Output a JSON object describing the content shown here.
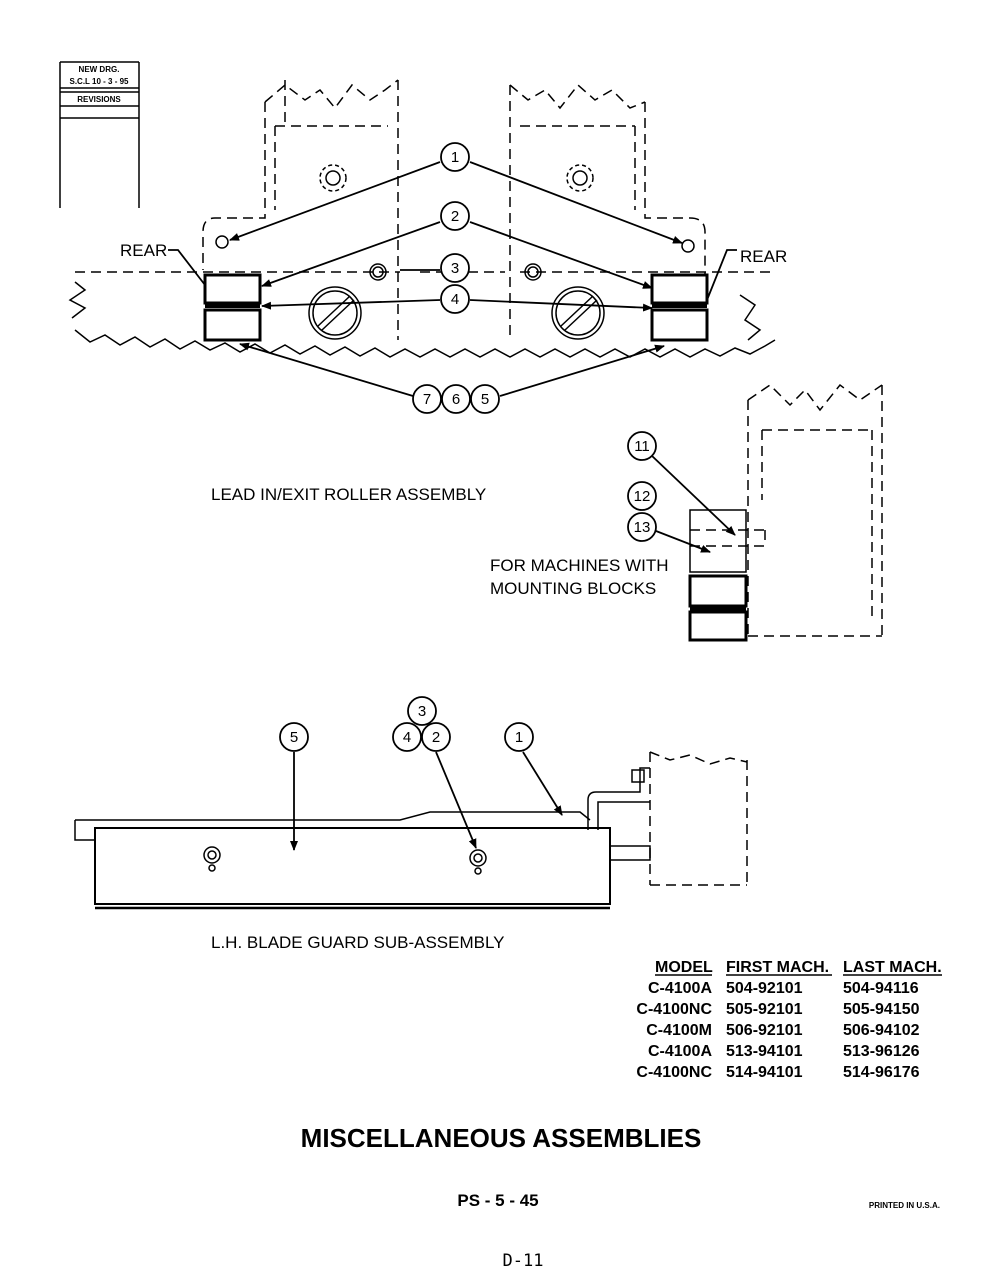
{
  "revision_box": {
    "line1": "NEW DRG.",
    "line2": "S.C.L  10 - 3 - 95",
    "line3": "REVISIONS"
  },
  "roller_assembly": {
    "rear_left": "REAR",
    "rear_right": "REAR",
    "callouts": [
      "1",
      "2",
      "3",
      "4",
      "7",
      "6",
      "5"
    ],
    "caption": "LEAD IN/EXIT ROLLER ASSEMBLY"
  },
  "mounting_blocks": {
    "callouts": [
      "11",
      "12",
      "13"
    ],
    "caption_line1": "FOR MACHINES WITH",
    "caption_line2": "MOUNTING BLOCKS"
  },
  "blade_guard": {
    "callouts": [
      "5",
      "3",
      "4",
      "2",
      "1"
    ],
    "caption": "L.H. BLADE GUARD SUB-ASSEMBLY"
  },
  "model_table": {
    "headers": [
      "MODEL",
      "FIRST MACH.",
      "LAST MACH."
    ],
    "rows": [
      [
        "C-4100A",
        "504-92101",
        "504-94116"
      ],
      [
        "C-4100NC",
        "505-92101",
        "505-94150"
      ],
      [
        "C-4100M",
        "506-92101",
        "506-94102"
      ],
      [
        "C-4100A",
        "513-94101",
        "513-96126"
      ],
      [
        "C-4100NC",
        "514-94101",
        "514-96176"
      ]
    ]
  },
  "page_title": "MISCELLANEOUS ASSEMBLIES",
  "page_number": "PS - 5 - 45",
  "printed": "PRINTED IN U.S.A.",
  "doc_ref": "D-11"
}
